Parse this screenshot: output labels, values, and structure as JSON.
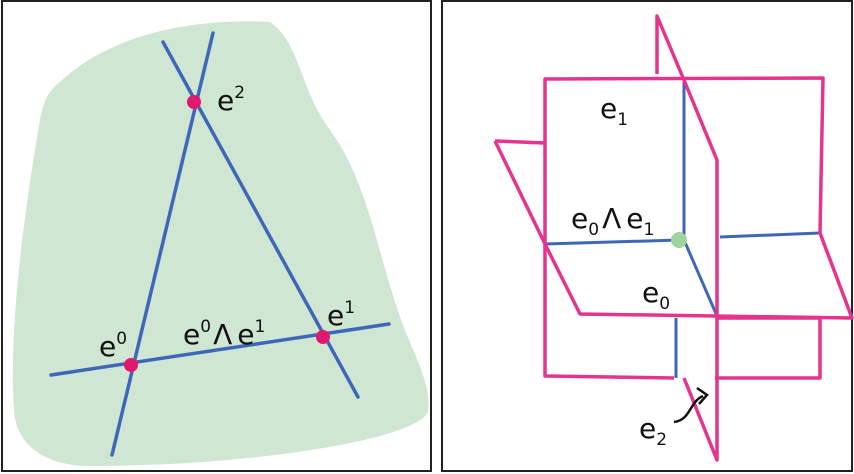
{
  "colors": {
    "background": "#ffffff",
    "frame": "#222222",
    "region_fill": "#cfe6d3",
    "line": "#3f67b8",
    "dot": "#e0186e",
    "plane": "#e4348e",
    "intersection_point": "#9ed49b"
  },
  "left_panel": {
    "labels": {
      "e2": {
        "base": "e",
        "sup": "2"
      },
      "e0": {
        "base": "e",
        "sup": "0"
      },
      "e1": {
        "base": "e",
        "sup": "1"
      },
      "wedge": {
        "a_base": "e",
        "a_sup": "0",
        "op": "Λ",
        "b_base": "e",
        "b_sup": "1"
      }
    }
  },
  "right_panel": {
    "labels": {
      "e1_plane": {
        "base": "e",
        "sub": "1"
      },
      "e0_plane": {
        "base": "e",
        "sub": "0"
      },
      "e2_plane": {
        "base": "e",
        "sub": "2"
      },
      "wedge": {
        "a_base": "e",
        "a_sub": "0",
        "op": "Λ",
        "b_base": "e",
        "b_sub": "1"
      }
    }
  }
}
